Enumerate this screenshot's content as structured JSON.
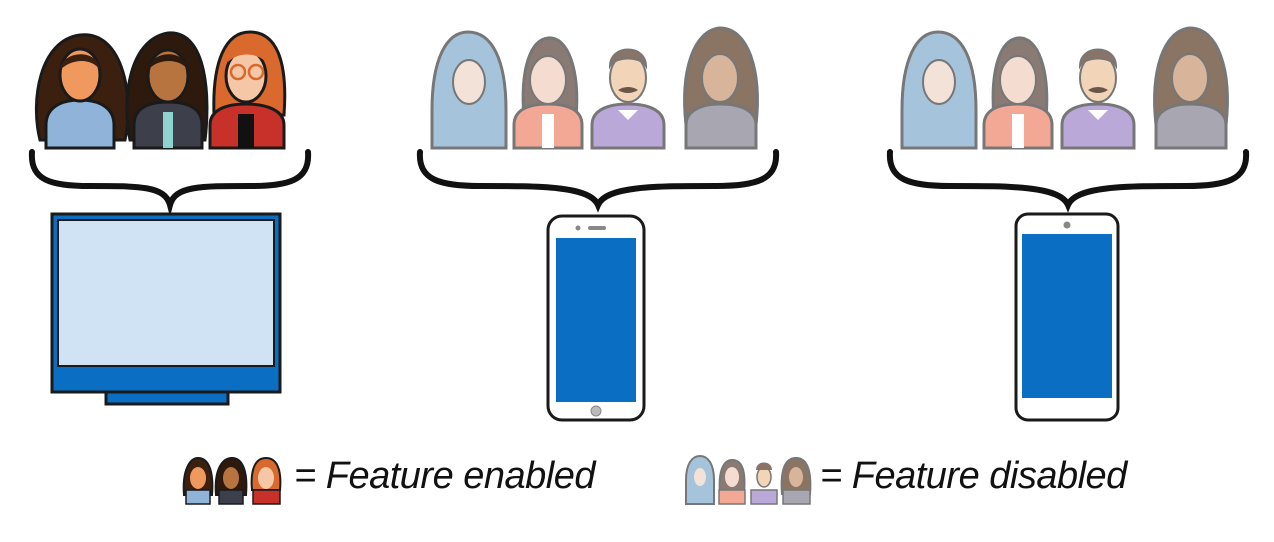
{
  "colors": {
    "outline": "#1a1a1a",
    "brace": "#111111",
    "device_blue": "#0a6fc2",
    "tv_screen": "#cfe3f4",
    "skin_enabled": [
      "#f0995e",
      "#b8743f",
      "#f6c7a6"
    ],
    "hair_enabled": [
      "#3b2010",
      "#2e1a0d",
      "#d9692d"
    ],
    "shirt_enabled": [
      "#8fb3d9",
      "#3d3f4a",
      "#c8312a"
    ],
    "skin_disabled": [
      "#f2e2d8",
      "#f4ddd0",
      "#f2d4b8",
      "#d8b49a"
    ],
    "hair_disabled": [
      "#a5c4dc",
      "#8a7a74",
      "#8a7468",
      "#8a7464"
    ],
    "shirt_disabled": [
      "#9dbbd6",
      "#f3a896",
      "#b9a8d8",
      "#a8a6b0"
    ]
  },
  "groups": [
    {
      "id": "enabled",
      "people": 3,
      "device": "tv",
      "people_icons": [
        "woman-icon",
        "woman-icon",
        "woman-glasses-icon"
      ]
    },
    {
      "id": "disabled-a",
      "people": 4,
      "device": "phone",
      "people_icons": [
        "woman-hijab-icon",
        "woman-icon",
        "man-mustache-icon",
        "woman-icon"
      ]
    },
    {
      "id": "disabled-b",
      "people": 4,
      "device": "phone",
      "people_icons": [
        "woman-hijab-icon",
        "woman-icon",
        "man-mustache-icon",
        "woman-icon"
      ]
    }
  ],
  "legend": {
    "enabled_text": "= Feature enabled",
    "disabled_text": "= Feature disabled",
    "enabled_icon": "three-people-color-icon",
    "disabled_icon": "four-people-muted-icon"
  }
}
